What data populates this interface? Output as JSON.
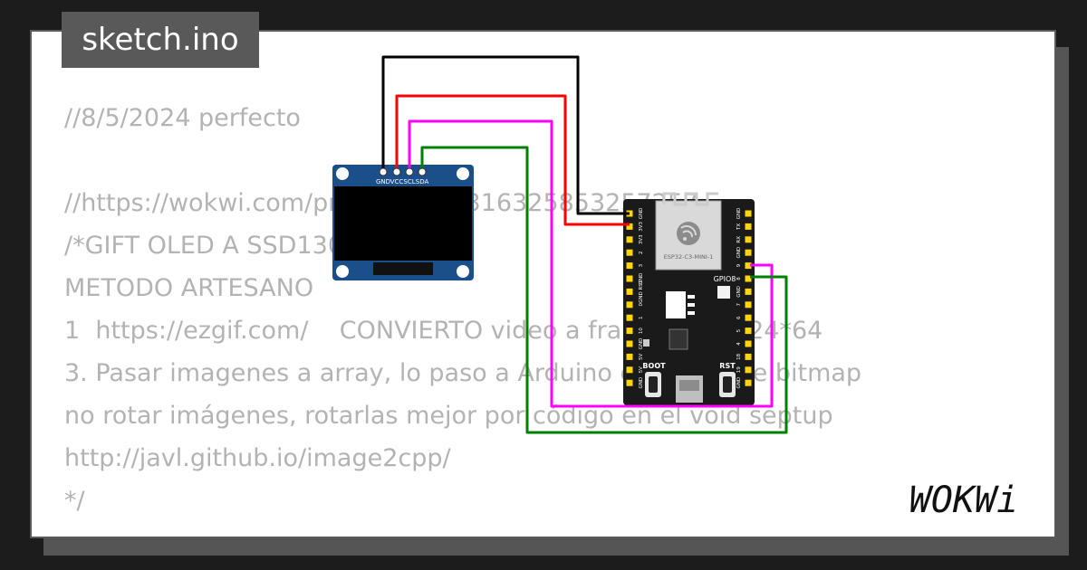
{
  "tab_title": "sketch.ino",
  "code_lines": [
    "//8/5/2024 perfecto",
    "",
    "//https://wokwi.com/projects/397316325853257257",
    "/*GIFT OLED A SSD1306",
    "METODO ARTESANO",
    "1  https://ezgif.com/    CONVIERTO video a frames con 124*64",
    "3. Pasar imagenes a array, lo paso a Arduino code simple bitmap",
    "no rotar imágenes, rotarlas mejor por código en el void septup",
    "http://javl.github.io/image2cpp/",
    "*/"
  ],
  "brand": "WOKWi",
  "oled": {
    "pins": [
      "GND",
      "VCC",
      "SCL",
      "SDA"
    ]
  },
  "esp32": {
    "module_label": "ESP32-C3-MINI-1",
    "gpio_label": "GPIO8",
    "boot_label": "BOOT",
    "rst_label": "RST",
    "left_pins": [
      "GND",
      "3V3",
      "3V3",
      "2",
      "3",
      "GND",
      "GND RST",
      "0",
      "1",
      "10",
      "GND",
      "5V",
      "5V",
      "GND"
    ],
    "right_pins": [
      "GND",
      "TX",
      "RX",
      "GND",
      "9",
      "8",
      "GND",
      "7",
      "6",
      "5",
      "4",
      "18",
      "19",
      "GND"
    ]
  },
  "colors": {
    "wire_gnd": "#000000",
    "wire_vcc": "#ff0000",
    "wire_scl": "#ff00ff",
    "wire_sda": "#008000",
    "pin_header": "#ffd700",
    "oled_pcb": "#1b4f8a",
    "esp_board": "#1a1a1a"
  }
}
